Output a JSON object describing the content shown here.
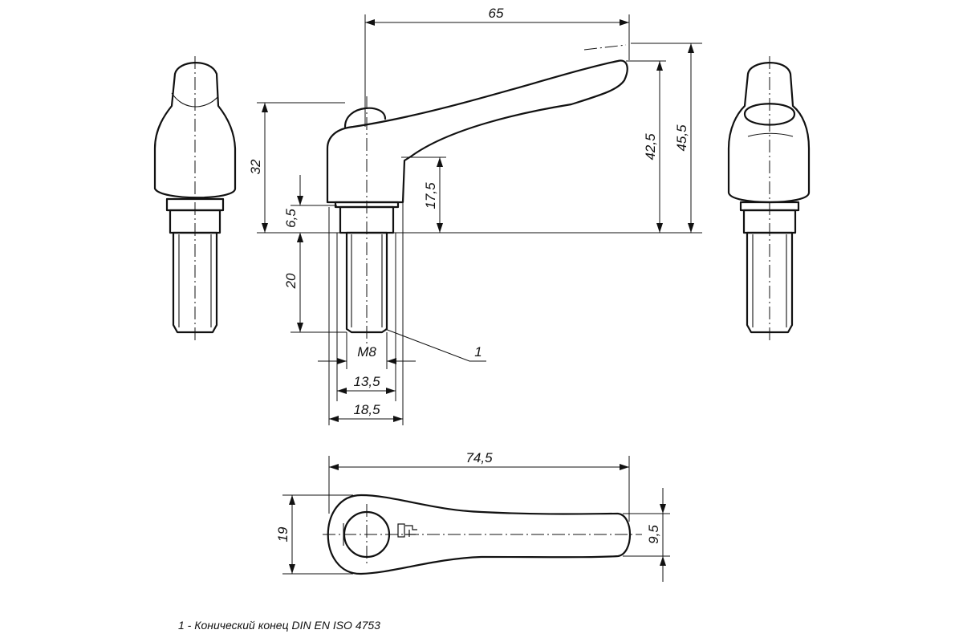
{
  "dimensions": {
    "overall_length": "65",
    "total_height": "45,5",
    "height_top": "42,5",
    "height_32": "32",
    "height_17_5": "17,5",
    "height_6_5": "6,5",
    "thread_length": "20",
    "thread": "M8",
    "width_13_5": "13,5",
    "width_18_5": "18,5",
    "plan_length": "74,5",
    "plan_width": "19",
    "tip_width": "9,5"
  },
  "callout": "1",
  "footnote": "1 - Конический конец DIN EN ISO 4753"
}
